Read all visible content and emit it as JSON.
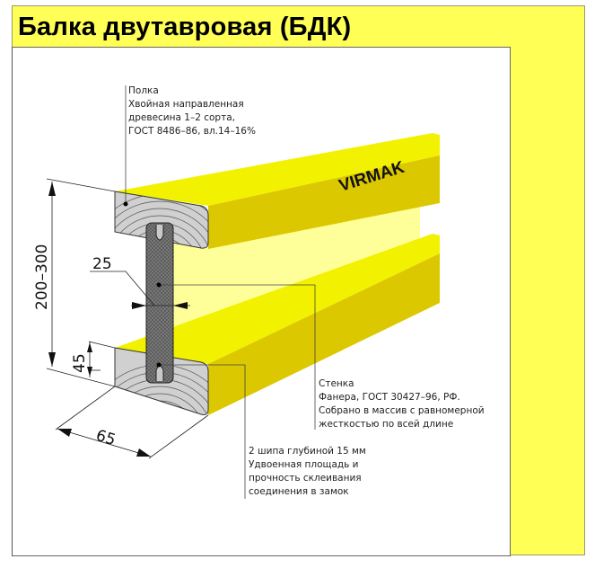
{
  "title": "Балка двутавровая (БДК)",
  "brand": "VIRMAK",
  "colors": {
    "frame": "#ffff55",
    "flange_top": "#f5f500",
    "flange_side": "#d9c600",
    "web_face": "#ffff99",
    "section": "#c8c8c8",
    "web_section": "#555555"
  },
  "dimensions": {
    "height": "200–300",
    "web_thickness": "25",
    "flange_height": "45",
    "flange_width": "65"
  },
  "notes": {
    "flange": [
      "Полка",
      "Хвойная направленная",
      "древесина 1–2 сорта,",
      "ГОСТ 8486–86, вл.14–16%"
    ],
    "web": [
      "Стенка",
      "Фанера, ГОСТ 30427–96, РФ.",
      "Собрано в массив с равномерной",
      "жесткостью по всей длине"
    ],
    "joint": [
      "2 шипа глубиной 15 мм",
      "Удвоенная площадь и",
      "прочность склеивания",
      "соединения в замок"
    ]
  }
}
